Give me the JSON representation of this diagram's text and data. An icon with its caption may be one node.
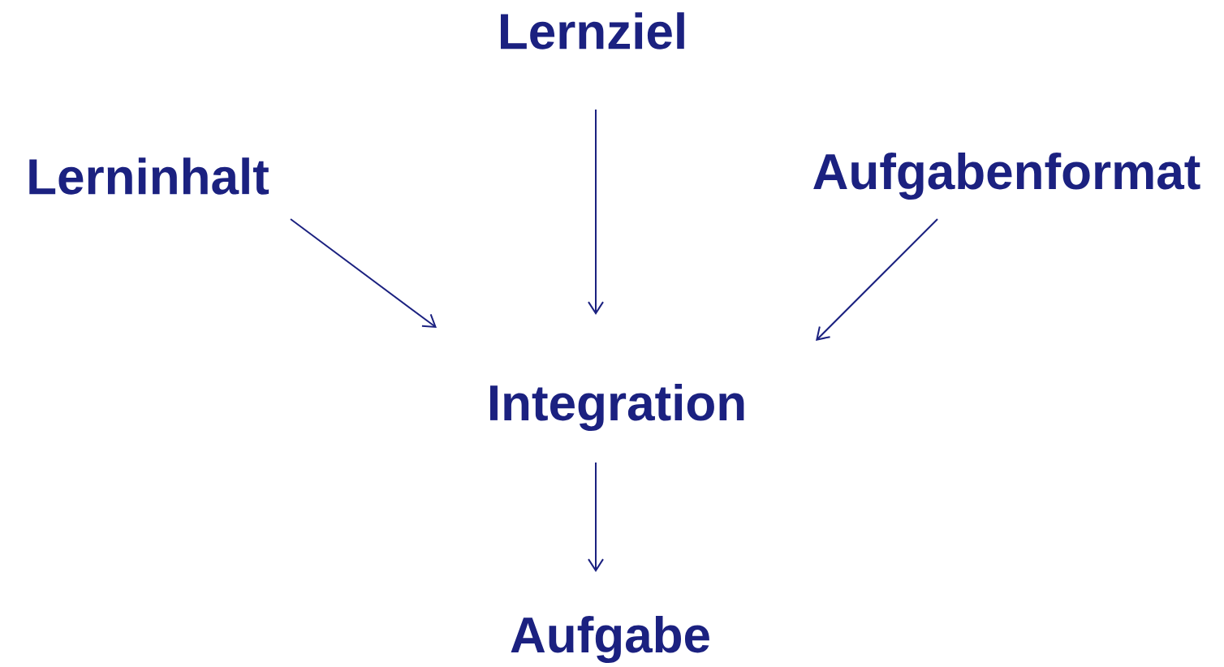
{
  "diagram": {
    "nodes": [
      {
        "text": [
          "Lernziel"
        ]
      },
      {
        "text": [
          "Lerninhalt"
        ]
      },
      {
        "text": [
          "Aufgabenformat"
        ]
      },
      {
        "text": [
          "Integration"
        ]
      },
      {
        "text": [
          "Aufgabe"
        ]
      }
    ],
    "edges": [
      {
        "from": 0,
        "to": 3,
        "arrow": "to"
      },
      {
        "from": 1,
        "to": 3,
        "arrow": "to"
      },
      {
        "from": 2,
        "to": 3,
        "arrow": "to"
      },
      {
        "from": 3,
        "to": 4,
        "arrow": "to"
      }
    ]
  }
}
